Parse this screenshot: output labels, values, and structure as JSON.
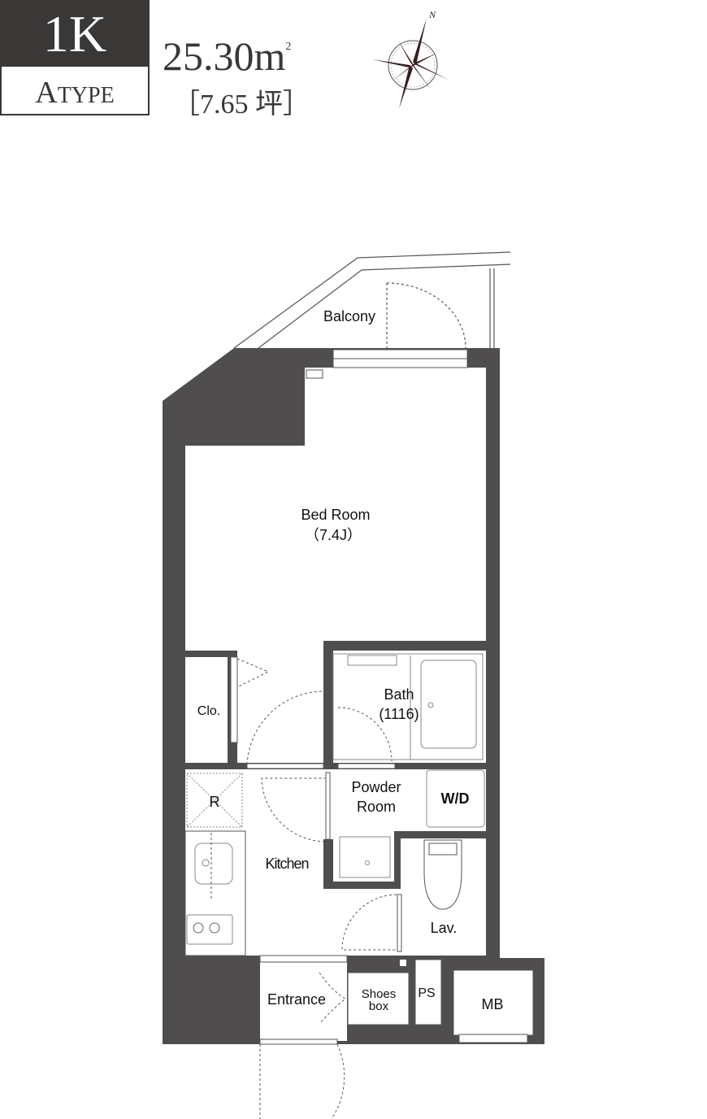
{
  "header": {
    "layout_type": "1K",
    "type_initial": "A",
    "type_rest": "TYPE",
    "area": "25.30m",
    "area_superscript": "2",
    "tsubo": "［7.65 坪］"
  },
  "compass": {
    "north_label": "N"
  },
  "rooms": {
    "balcony": "Balcony",
    "bedroom": "Bed Room",
    "bedroom_size": "（7.4J）",
    "closet": "Clo.",
    "bath": "Bath",
    "bath_size": "(1116)",
    "powder_line1": "Powder",
    "powder_line2": "Room",
    "washer": "W/D",
    "fridge": "R",
    "kitchen": "Kitchen",
    "lavatory": "Lav.",
    "entrance": "Entrance",
    "shoes_line1": "Shoes",
    "shoes_line2": "box",
    "pipe_space": "PS",
    "meter_box": "MB"
  },
  "colors": {
    "wall": "#4f4d4d",
    "header_bg": "#3a3737",
    "compass": "#3a1f1f"
  }
}
